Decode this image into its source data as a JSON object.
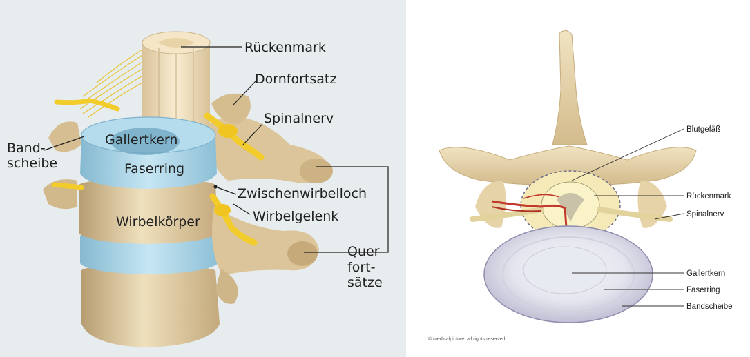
{
  "left_diagram": {
    "labels": {
      "rueckenmark": "Rückenmark",
      "dornfortsatz": "Dornfortsatz",
      "spinalnerv": "Spinalnerv",
      "bandscheibe_line1": "Band-",
      "bandscheibe_line2": "scheibe",
      "gallertkern": "Gallertkern",
      "faserring": "Faserring",
      "zwischenwirbelloch": "Zwischenwirbelloch",
      "wirbelgelenk": "Wirbelgelenk",
      "wirbelkoerper": "Wirbelkörper",
      "querfortsaetze_line1": "Quer-",
      "querfortsaetze_line2": "fort-",
      "querfortsaetze_line3": "sätze"
    }
  },
  "right_diagram": {
    "labels": {
      "blutgefaess": "Blutgefäß",
      "rueckenmark": "Rückenmark",
      "spinalnerv": "Spinalnerv",
      "gallertkern": "Gallertkern",
      "faserring": "Faserring",
      "bandscheibe": "Bandscheibe"
    },
    "copyright": "© medicalpicture, all rights reserved"
  },
  "colors": {
    "left_background": "#e7ecef",
    "bone": "#e8d6b0",
    "disc": "#a9d4e8",
    "nerve": "#f2cc2a",
    "vessel": "#c0392b"
  }
}
